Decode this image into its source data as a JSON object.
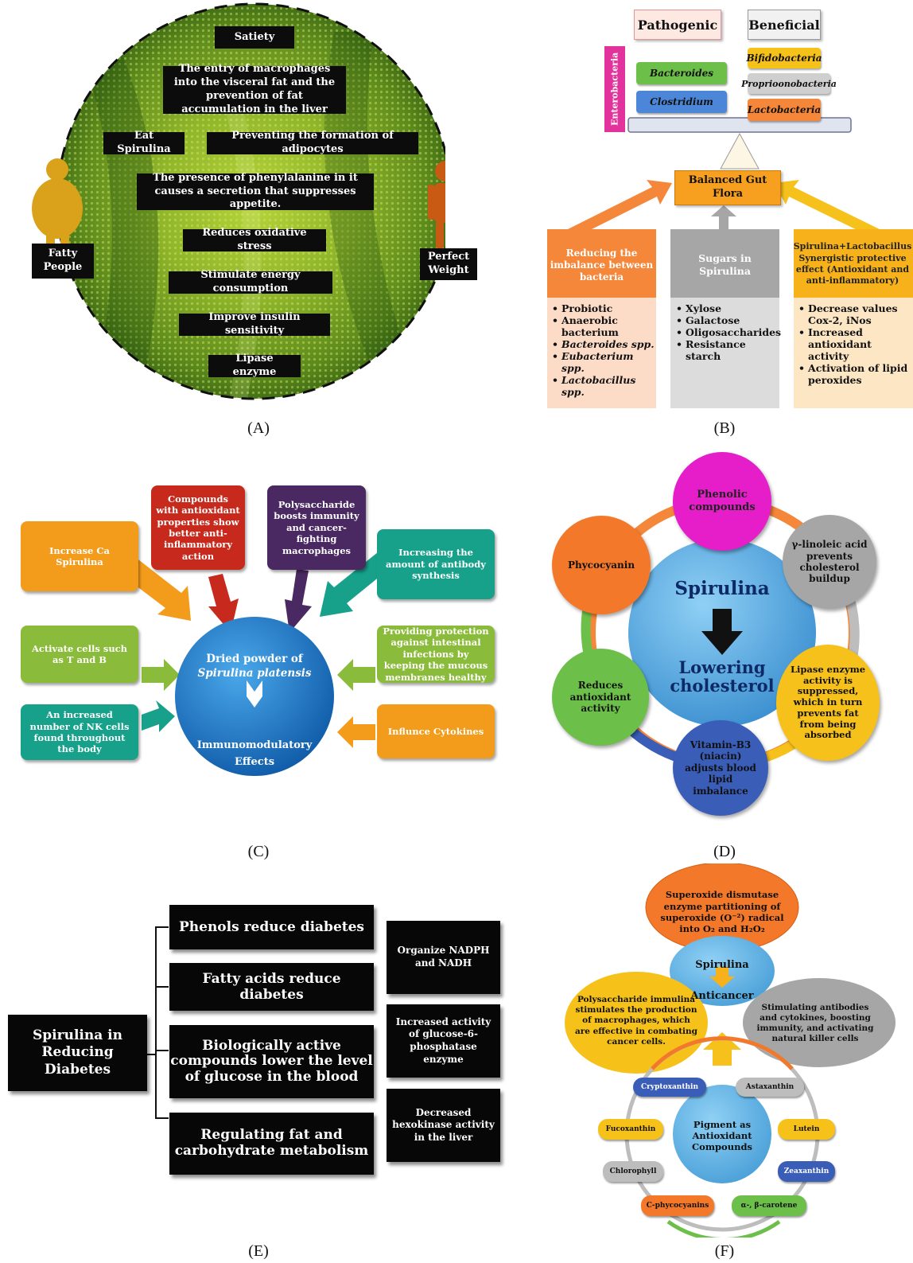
{
  "panels": {
    "a": {
      "label": "(A)",
      "left_figure_label": "Fatty\nPeople",
      "right_figure_label": "Perfect\nWeight",
      "items": {
        "satiety": "Satiety",
        "macrophages": "The entry of macrophages into the visceral fat and the prevention of fat accumulation in the liver",
        "eat": "Eat Spirulina",
        "adipocytes": "Preventing the formation of adipocytes",
        "phenylalanine": "The presence of phenylalanine in it causes a secretion that suppresses appetite.",
        "oxidative": "Reduces oxidative stress",
        "energy": "Stimulate energy consumption",
        "insulin": "Improve insulin sensitivity",
        "lipase": "Lipase enzyme"
      }
    },
    "b": {
      "label": "(B)",
      "pathogenic": "Pathogenic",
      "beneficial": "Beneficial",
      "enterobacteria": "Enterobacteria",
      "bacteroides": "Bacteroides",
      "clostridium": "Clostridium",
      "bifidobacteria": "Bifidobacteria",
      "proprionobacteria": "Proprioonobacteria",
      "lactobacteria": "Lactobacteria",
      "balanced": "Balanced Gut Flora",
      "col1_head": "Reducing the imbalance between bacteria",
      "col2_head": "Sugars in Spirulina",
      "col3_head": "Spirulina+Lactobacillus Synergistic protective effect (Antioxidant and anti-inflammatory)",
      "col1_items": [
        "Probiotic",
        "Anaerobic bacterium",
        "Bacteroides spp.",
        "Eubacterium spp.",
        "Lactobacillus spp."
      ],
      "col2_items": [
        "Xylose",
        "Galactose",
        "Oligosaccharides",
        "Resistance starch"
      ],
      "col3_items": [
        "Decrease values Cox-2, iNos",
        "Increased antioxidant activity",
        "Activation of lipid peroxides"
      ],
      "colors": {
        "orange": "#f4873a",
        "gray": "#a6a6a6",
        "gold": "#f7b21b"
      }
    },
    "c": {
      "label": "(C)",
      "center_line1": "Dried powder of",
      "center_line2": "Spirulina platensis",
      "center_bottom": "Immunomodulatory Effects",
      "boxes": {
        "ca": "Increase Ca Spirulina",
        "antiox": "Compounds with antioxidant properties show better anti-inflammatory action",
        "poly": "Polysaccharide boosts immunity and cancer-fighting macrophages",
        "antibody": "Increasing the amount of antibody synthesis",
        "tb": "Activate cells  such as T and B",
        "intestinal": "Providing protection against intestinal infections by keeping the mucous membranes healthy",
        "nk": "An increased number of NK cells found throughout the body",
        "cytokines": "Influnce Cytokines"
      }
    },
    "d": {
      "label": "(D)",
      "center_top": "Spirulina",
      "center_bottom": "Lowering cholesterol",
      "phenolic": "Phenolic compounds",
      "linoleic": "γ-linoleic acid prevents cholesterol buildup",
      "lipase": "Lipase enzyme activity is suppressed, which in turn prevents fat from being absorbed",
      "vitamin": "Vitamin-B3 (niacin) adjusts blood lipid imbalance",
      "reduces": "Reduces antioxidant activity",
      "phycocyanin": "Phycocyanin"
    },
    "e": {
      "label": "(E)",
      "root": "Spirulina in Reducing Diabetes",
      "phenols": "Phenols reduce diabetes",
      "fatty": "Fatty acids reduce diabetes",
      "bio": "Biologically active compounds lower the level of glucose in the blood",
      "regulating": "Regulating fat and carbohydrate metabolism",
      "nadph": "Organize NADPH and NADH",
      "glucose6": "Increased activity of glucose-6-phosphatase enzyme",
      "hexokinase": "Decreased hexokinase activity in the liver"
    },
    "f": {
      "label": "(F)",
      "superoxide": "Superoxide dismutase enzyme partitioning of superoxide (O⁻²) radical into O₂ and H₂O₂",
      "spirulina": "Spirulina",
      "anticancer": "Anticancer",
      "polysaccharide": "Polysaccharide immulina stimulates the production of macrophages, which are effective in combating cancer cells.",
      "stimulating": "Stimulating antibodies and cytokines, boosting immunity, and activating natural killer cells",
      "pigment": "Pigment as Antioxidant Compounds",
      "cryptoxanthin": "Cryptoxanthin",
      "astaxanthin": "Astaxanthin",
      "fucoxanthin": "Fucoxanthin",
      "lutein": "Lutein",
      "chlorophyll": "Chlorophyll",
      "zeaxanthin": "Zeaxanthin",
      "phycocyanins": "C-phycocyanins",
      "carotene": "α-, β-carotene"
    }
  }
}
